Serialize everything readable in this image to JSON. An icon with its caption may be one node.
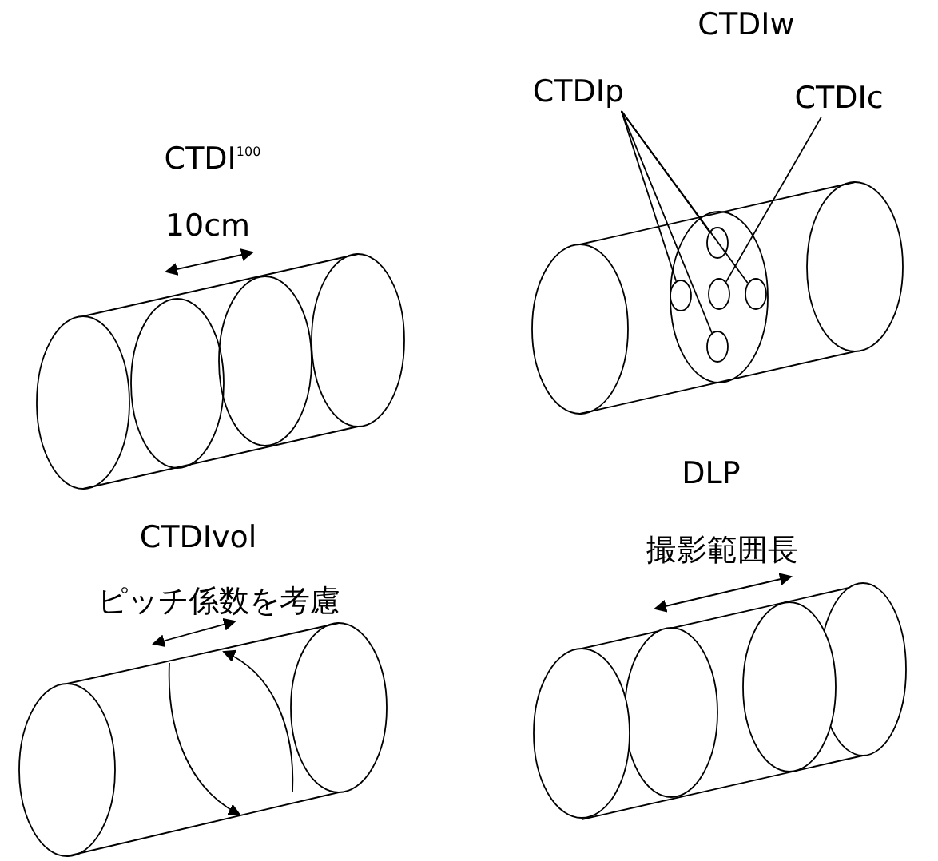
{
  "diagram": {
    "nodes": [
      {
        "text": [
          "CTDIp"
        ]
      },
      {
        "text": [
          "CTDIc"
        ]
      },
      {
        "text": [],
        "shape": "circle"
      },
      {
        "text": [],
        "shape": "circle",
        "in": 2
      },
      {
        "text": [],
        "shape": "circle",
        "in": 2
      },
      {
        "text": [],
        "shape": "circle",
        "in": 2
      },
      {
        "text": [],
        "shape": "circle",
        "in": 2
      },
      {
        "text": [],
        "shape": "circle",
        "in": 2
      }
    ],
    "edges": [
      {
        "from": 0,
        "to": 3,
        "arrow": "none"
      },
      {
        "from": 0,
        "to": 4,
        "arrow": "none"
      },
      {
        "from": 0,
        "to": 6,
        "arrow": "none"
      },
      {
        "from": 0,
        "to": 7,
        "arrow": "none"
      },
      {
        "from": 1,
        "to": 5,
        "arrow": "none"
      }
    ],
    "labels": [
      "CTDI$^{100}$",
      "10cm",
      "CTDIw",
      "CTDIvol",
      "ピッチ係数を考慮",
      "DLP",
      "撮影範囲長"
    ]
  }
}
